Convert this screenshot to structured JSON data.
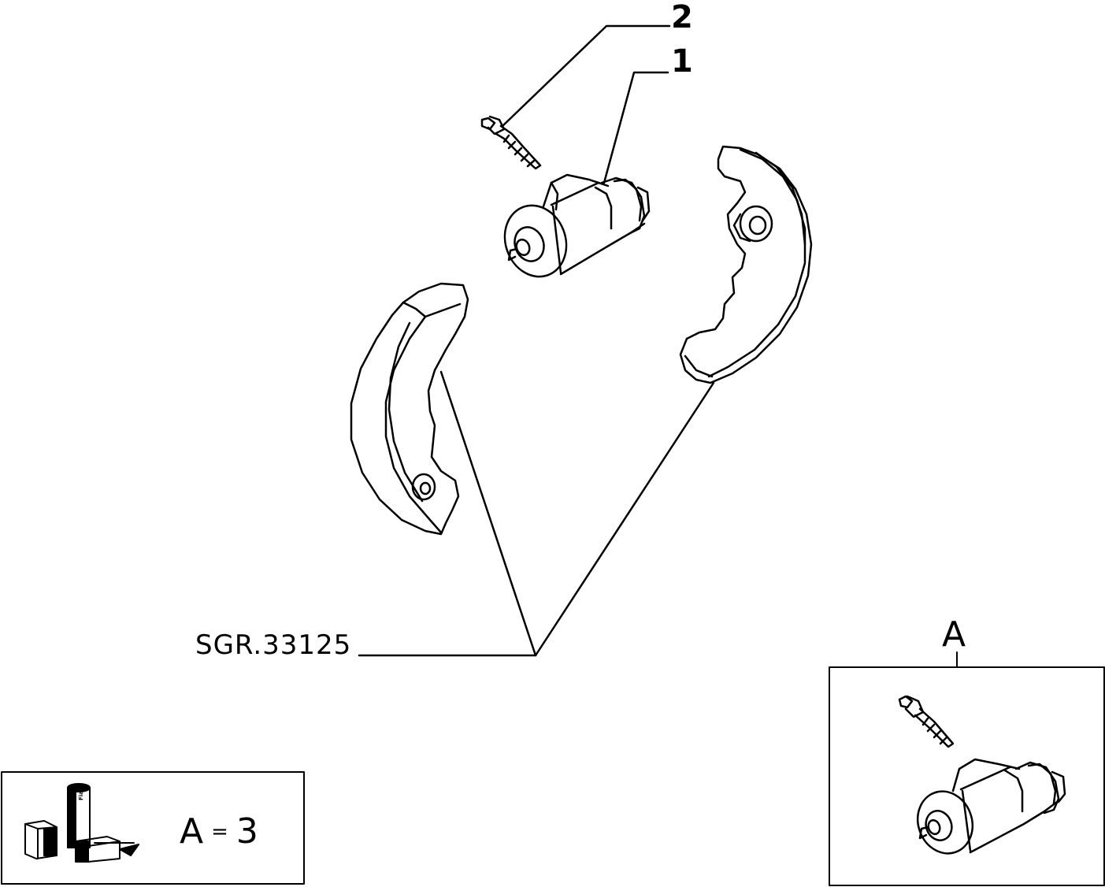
{
  "callouts": {
    "item_1": "1",
    "item_2": "2"
  },
  "part_reference": "SGR.33125",
  "detail_box": {
    "label": "A"
  },
  "legend": {
    "variant": "A",
    "equals": "=",
    "quantity": "3",
    "package_text": "Fiat"
  },
  "colors": {
    "ink": "#000000",
    "paper": "#ffffff"
  }
}
